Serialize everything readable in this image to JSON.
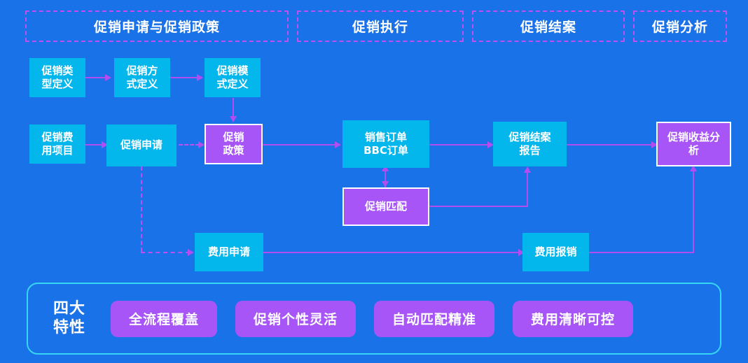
{
  "theme": {
    "background": "#1a72e8",
    "cyan_node": "#03b6ec",
    "purple_node": "#a855f7",
    "connector": "#b34df0",
    "dashed_border": "#c04ff0",
    "panel_border": "#36d6f2",
    "text": "#ffffff"
  },
  "phases": [
    {
      "label": "促销申请与促销政策"
    },
    {
      "label": "促销执行"
    },
    {
      "label": "促销结案"
    },
    {
      "label": "促销分析"
    }
  ],
  "nodes": {
    "promo_type_def": {
      "label": "促销类\n型定义",
      "style": "cyan"
    },
    "promo_method_def": {
      "label": "促销方\n式定义",
      "style": "cyan"
    },
    "promo_mode_def": {
      "label": "促销模\n式定义",
      "style": "cyan"
    },
    "promo_fee_item": {
      "label": "促销费\n用项目",
      "style": "cyan"
    },
    "promo_apply": {
      "label": "促销申请",
      "style": "cyan"
    },
    "promo_policy": {
      "label": "促销\n政策",
      "style": "purple"
    },
    "sales_order": {
      "label": "销售订单\nBBC订单",
      "style": "cyan"
    },
    "promo_close_report": {
      "label": "促销结案\n报告",
      "style": "cyan"
    },
    "promo_profit_analysis": {
      "label": "促销收益分\n析",
      "style": "purple"
    },
    "promo_match": {
      "label": "促销匹配",
      "style": "purple"
    },
    "fee_apply": {
      "label": "费用申请",
      "style": "cyan"
    },
    "fee_reimburse": {
      "label": "费用报销",
      "style": "cyan"
    }
  },
  "features": {
    "title": "四大\n特性",
    "items": [
      {
        "label": "全流程覆盖"
      },
      {
        "label": "促销个性灵活"
      },
      {
        "label": "自动匹配精准"
      },
      {
        "label": "费用清晰可控"
      }
    ]
  }
}
